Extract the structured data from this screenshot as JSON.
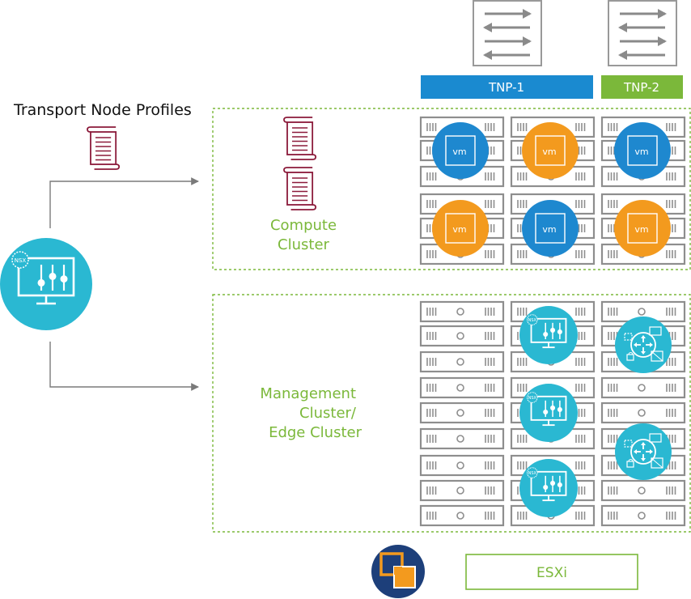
{
  "title": "Transport Node Profiles",
  "profiles": [
    {
      "label": "TNP-1",
      "color": "#1a8ad0"
    },
    {
      "label": "TNP-2",
      "color": "#7bb83a"
    }
  ],
  "compute_cluster": {
    "label_line1": "Compute",
    "label_line2": "Cluster"
  },
  "management_cluster": {
    "label_line1": "Management",
    "label_line2": "Cluster/",
    "label_line3": "Edge Cluster"
  },
  "vm_label": "vm",
  "nsx_label": "NSX",
  "esxi_label": "ESXi",
  "colors": {
    "accent_green": "#7bb83a",
    "profile_maroon": "#8b1a3a",
    "vm_blue": "#1e88cf",
    "vm_orange": "#f39a1e",
    "nsx_teal": "#2ab8d2",
    "server_gray": "#8e8e8e",
    "arrow_gray": "#7a7a7a",
    "vmware_navy": "#1d3f7a"
  },
  "icons": [
    "profile-scroll-icon",
    "switch-icon",
    "vm-icon",
    "nsx-manager-icon",
    "edge-router-icon",
    "server-rack-icon",
    "vmware-logo-icon"
  ]
}
